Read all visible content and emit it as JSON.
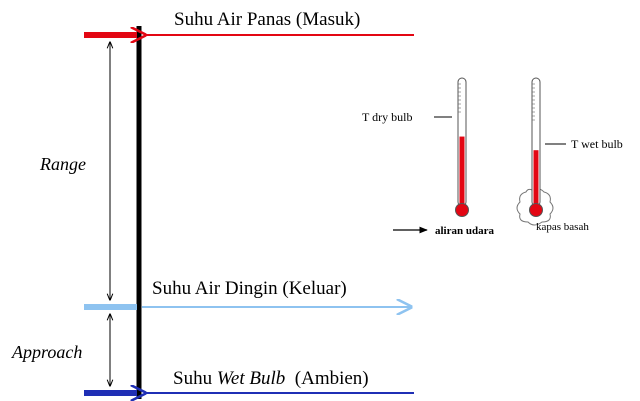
{
  "diagram": {
    "hot_label": "Suhu Air Panas (Masuk)",
    "cold_label": "Suhu Air Dingin (Keluar)",
    "wetbulb_label_pre": "Suhu ",
    "wetbulb_label_italic": "Wet Bulb",
    "wetbulb_label_post": "  (Ambien)",
    "range_label": "Range",
    "approach_label": "Approach",
    "dry_bulb_label": "T dry bulb",
    "wet_bulb_label": "T wet bulb",
    "airflow_label": "aliran udara",
    "wet_cotton_label": "kapas basah",
    "colors": {
      "hot": "#e30613",
      "cold": "#8ec3f0",
      "wetbulb": "#1f2fb5",
      "mercury": "#e30613",
      "axis": "#000000"
    },
    "thermometers": {
      "dry_bulb_fill_fraction": 0.56,
      "wet_bulb_fill_fraction": 0.45
    }
  }
}
